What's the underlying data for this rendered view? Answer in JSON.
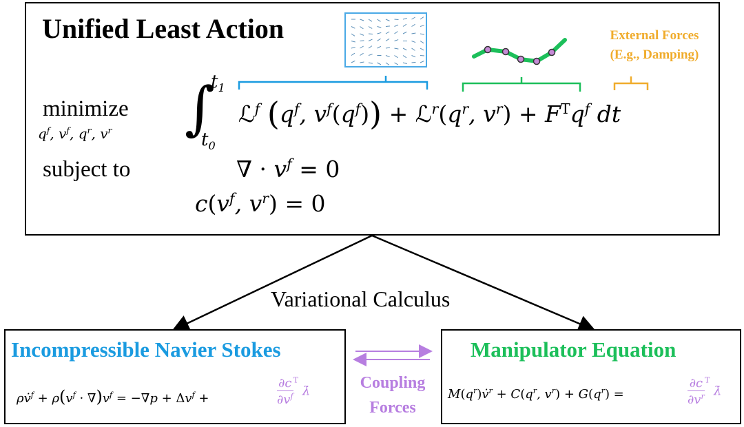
{
  "top_box": {
    "title": "Unified Least Action",
    "minimize_label": "minimize",
    "minimize_vars": "qᶠ, vᶠ, qʳ, vʳ",
    "subject_to_label": "subject to",
    "external_forces_line1": "External Forces",
    "external_forces_line2": "(E.g., Damping)"
  },
  "arrow_label": "Variational Calculus",
  "left_box": {
    "title": "Incompressible Navier Stokes"
  },
  "right_box": {
    "title": "Manipulator Equation"
  },
  "coupling": {
    "line1": "Coupling",
    "line2": "Forces"
  },
  "colors": {
    "fluid_blue": "#1a9be0",
    "robot_green": "#1cbf5a",
    "coupling_purple": "#b77ee0",
    "external_orange": "#f0ac2c",
    "robot_node": "#c58ad6"
  },
  "icons": {
    "fluid_field": "flow-field-icon",
    "robot_chain": "robot-chain-icon"
  }
}
